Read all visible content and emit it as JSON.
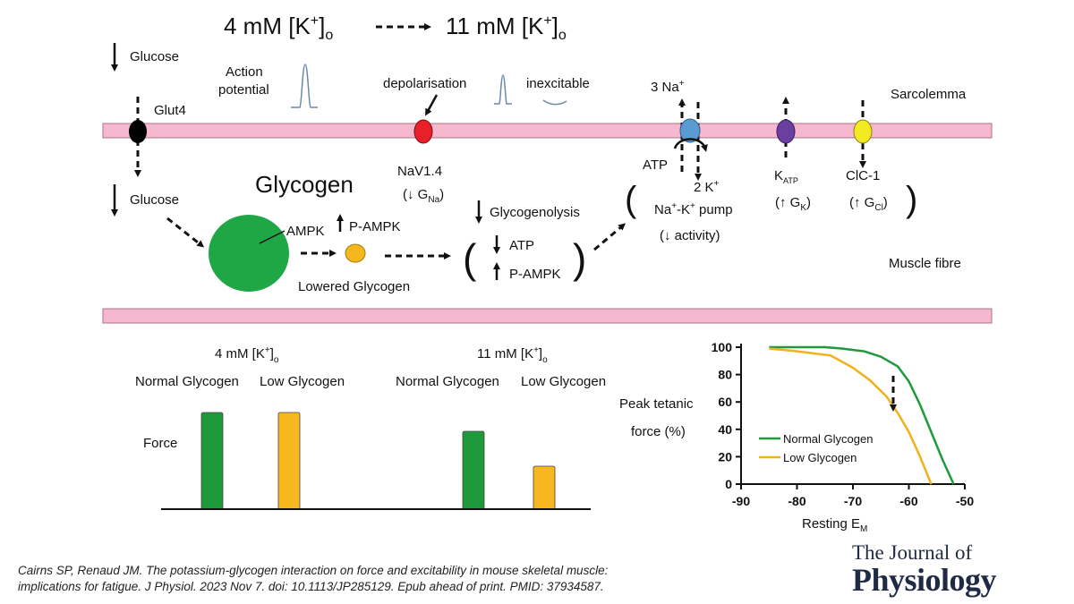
{
  "top": {
    "left_condition": "4 mM [K",
    "left_condition_sup": "+",
    "left_condition_tail": "]",
    "left_condition_sub": "o",
    "right_condition": "11 mM [K",
    "right_condition_sup": "+",
    "right_condition_tail": "]",
    "right_condition_sub": "o"
  },
  "labels": {
    "glucose_top": "Glucose",
    "glut4": "Glut4",
    "action_potential_1": "Action",
    "action_potential_2": "potential",
    "depolarisation": "depolarisation",
    "inexcitable": "inexcitable",
    "three_na": "3 Na",
    "three_na_sup": "+",
    "sarcolemma": "Sarcolemma",
    "navy": "NaV1.4",
    "g_na_open": "(↓ G",
    "g_na_sub": "Na",
    "g_na_close": ")",
    "atp_pump": "ATP",
    "two_k": "2 K",
    "two_k_sup": "+",
    "pump_1a": "Na",
    "pump_1b": "-K",
    "pump_1c": " pump",
    "pump_2": "(↓ activity)",
    "katp_k": "K",
    "katp_sub": "ATP",
    "g_k_open": "(↑ G",
    "g_k_sub": "K",
    "g_k_close": ")",
    "clc": "ClC-1",
    "g_cl_open": "(↑ G",
    "g_cl_sub": "Cl",
    "g_cl_close": ")",
    "glucose_bottom": "Glucose",
    "glycogen": "Glycogen",
    "ampk": "AMPK",
    "p_ampk_top": "P-AMPK",
    "lowered_glycogen": "Lowered Glycogen",
    "glycogenolysis": "Glycogenolysis",
    "atp_mid": "ATP",
    "p_ampk_mid": "P-AMPK",
    "muscle_fibre": "Muscle fibre"
  },
  "bar_panel": {
    "group1_title": "4 mM [K",
    "group1_sup": "+",
    "group1_tail": "]",
    "group1_sub": "o",
    "group2_title": "11 mM [K",
    "group2_sup": "+",
    "group2_tail": "]",
    "group2_sub": "o",
    "force_label": "Force",
    "category_labels": [
      "Normal Glycogen",
      "Low Glycogen",
      "Normal Glycogen",
      "Low Glycogen"
    ]
  },
  "chart_data": {
    "type": "line",
    "title": "",
    "xlabel": "Resting E",
    "xlabel_sub": "M",
    "ylabel_1": "Peak tetanic",
    "ylabel_2": "force (%)",
    "xlim": [
      -90,
      -50
    ],
    "ylim": [
      0,
      100
    ],
    "xticks": [
      "-90",
      "-80",
      "-70",
      "-60",
      "-50"
    ],
    "yticks": [
      "0",
      "20",
      "40",
      "60",
      "80",
      "100"
    ],
    "legend_position": "bottom-left",
    "series": [
      {
        "name": "Normal Glycogen",
        "color": "#1e9a3c",
        "x": [
          -85,
          -80,
          -75,
          -72,
          -68,
          -65,
          -62,
          -60,
          -58,
          -56,
          -54,
          -52
        ],
        "y": [
          100,
          100,
          100,
          99,
          97,
          93,
          86,
          75,
          58,
          38,
          18,
          0
        ]
      },
      {
        "name": "Low Glycogen",
        "color": "#f0b21a",
        "x": [
          -85,
          -80,
          -74,
          -70,
          -67,
          -64,
          -62,
          -60,
          -58,
          -56
        ],
        "y": [
          99,
          97,
          94,
          85,
          76,
          64,
          52,
          38,
          20,
          0
        ]
      }
    ]
  },
  "bars_data": {
    "values": [
      72,
      72,
      58,
      32
    ],
    "colors": [
      "#1e9a3c",
      "#f7b81f",
      "#1e9a3c",
      "#f7b81f"
    ]
  },
  "colors": {
    "membrane": "#f5b8cf",
    "glut4": "#000000",
    "nav": "#e8202a",
    "pump": "#5a9bd4",
    "katp": "#6b3fa0",
    "clc": "#f4ea23",
    "glycogen": "#1fa745",
    "lowered_glycogen": "#f4b71d"
  },
  "citation": "Cairns SP, Renaud JM. The potassium-glycogen interaction on force and excitability in mouse skeletal muscle: implications for fatigue. J Physiol. 2023 Nov 7. doi: 10.1113/JP285129. Epub ahead of print. PMID: 37934587.",
  "journal": {
    "line1": "The Journal of",
    "line2": "Physiology"
  }
}
